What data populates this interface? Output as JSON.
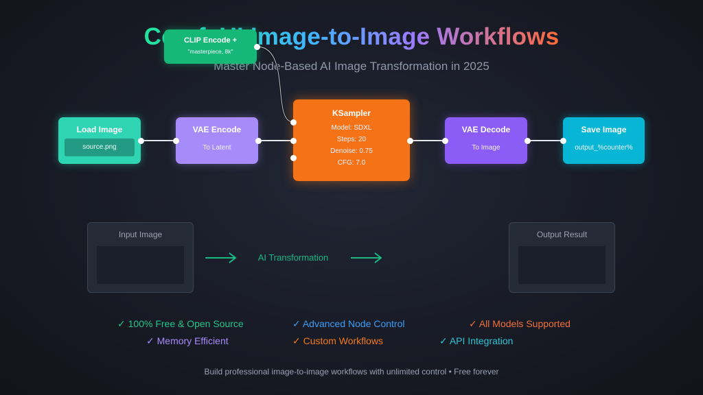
{
  "header": {
    "title": "ComfyUI Image-to-Image Workflows",
    "subtitle": "Master Node-Based AI Image Transformation in 2025"
  },
  "nodes": {
    "clip": {
      "title": "CLIP Encode +",
      "prompt": "\"masterpiece, 8k\"",
      "color": "#16b877"
    },
    "load": {
      "title": "Load Image",
      "file": "source.png",
      "color": "#2fd4b3"
    },
    "vae_encode": {
      "title": "VAE Encode",
      "sub": "To Latent",
      "color": "#a78bfa"
    },
    "ksampler": {
      "title": "KSampler",
      "model": "Model: SDXL",
      "steps": "Steps: 20",
      "denoise": "Denoise: 0.75",
      "cfg": "CFG: 7.0",
      "color": "#f57316"
    },
    "vae_decode": {
      "title": "VAE Decode",
      "sub": "To Image",
      "color": "#8b5cf6"
    },
    "save": {
      "title": "Save Image",
      "sub": "output_%counter%",
      "color": "#06b6d4"
    }
  },
  "preview": {
    "input_label": "Input Image",
    "transform_label": "AI Transformation",
    "output_label": "Output Result",
    "accent": "#19b884"
  },
  "features": [
    {
      "text": "✓ 100% Free & Open Source",
      "color": "#22c58b"
    },
    {
      "text": "✓ Advanced Node Control",
      "color": "#3b9cf5"
    },
    {
      "text": "✓ All Models Supported",
      "color": "#f0703a"
    },
    {
      "text": "✓ Memory Efficient",
      "color": "#a78bfa"
    },
    {
      "text": "✓ Custom Workflows",
      "color": "#f57a1e"
    },
    {
      "text": "✓ API Integration",
      "color": "#2ec4d6"
    }
  ],
  "footer": "Build professional image-to-image workflows with unlimited control • Free forever"
}
